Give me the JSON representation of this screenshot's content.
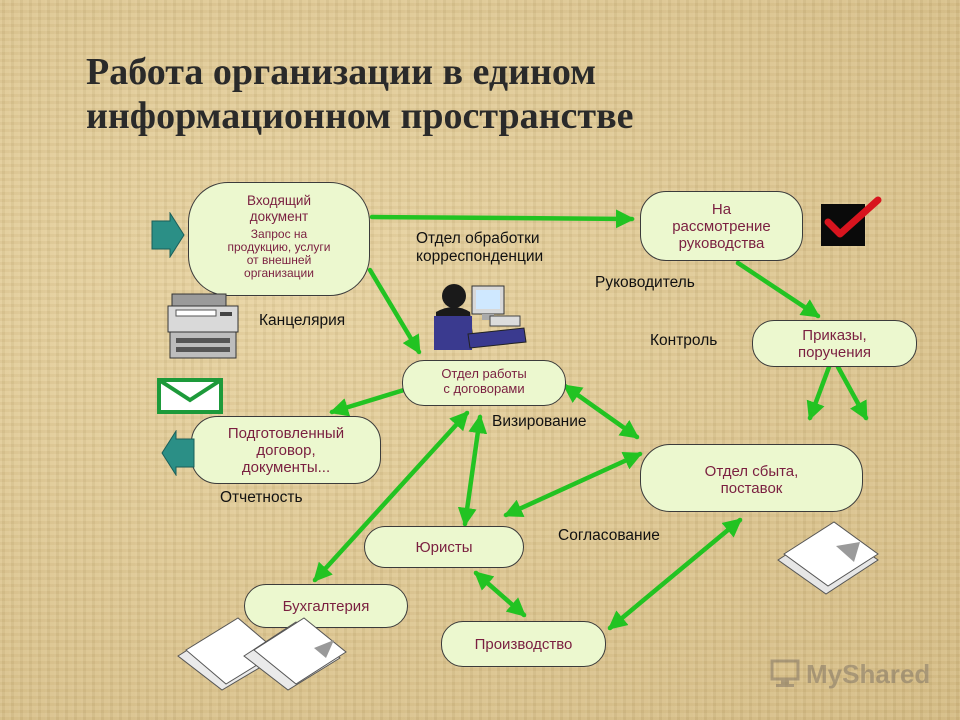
{
  "title": {
    "line1": "Работа организации в едином",
    "line2": "информационном пространстве"
  },
  "nodes": {
    "incoming": {
      "title_lines": [
        "Входящий",
        "документ"
      ],
      "sub_lines": [
        "Запрос на",
        "продукцию, услуги",
        "от внешней",
        "организации"
      ]
    },
    "review": {
      "lines": [
        "На",
        "рассмотрение",
        "руководства"
      ]
    },
    "orders": {
      "lines": [
        "Приказы,",
        "поручения"
      ]
    },
    "contracts_dept": {
      "lines": [
        "Отдел работы",
        "с договорами"
      ]
    },
    "prepared": {
      "lines": [
        "Подготовленный",
        "договор,",
        "документы..."
      ]
    },
    "sales": {
      "lines": [
        "Отдел сбыта,",
        "поставок"
      ]
    },
    "lawyers": {
      "label": "Юристы"
    },
    "accounting": {
      "label": "Бухгалтерия"
    },
    "production": {
      "label": "Производство"
    }
  },
  "labels": {
    "correspondence": [
      "Отдел обработки",
      "корреспонденции"
    ],
    "manager": "Руководитель",
    "chancellery": "Канцелярия",
    "control": "Контроль",
    "endorsement": "Визирование",
    "reporting": "Отчетность",
    "approval": "Согласование"
  },
  "icons": [
    "arrow-in-icon",
    "arrow-out-icon",
    "checkmark-icon",
    "printer-icon",
    "envelope-icon",
    "computer-user-icon",
    "documents-stack-icon",
    "watermark-logo-icon"
  ],
  "watermark": "MyShared",
  "colors": {
    "background": "#dcc48c",
    "node_fill": "#ecf8cf",
    "node_text": "#7a1f40",
    "arrow": "#22c322",
    "side_arrow": "#2b8f86"
  }
}
